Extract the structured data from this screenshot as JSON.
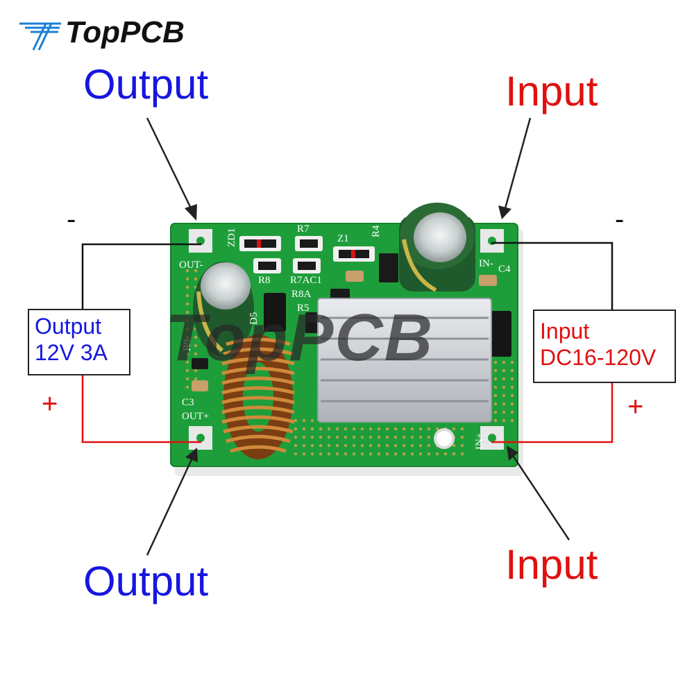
{
  "brand": {
    "logo_text": "TopPCB",
    "watermark_text": "TopPCB"
  },
  "labels": {
    "output_top": "Output",
    "output_bottom": "Output",
    "input_top": "Input",
    "input_bottom": "Input",
    "minus_left": "-",
    "minus_right": "-",
    "plus_left": "+",
    "plus_right": "+"
  },
  "output_spec": {
    "line1": "Output",
    "line2": "12V 3A"
  },
  "input_spec": {
    "line1": "Input",
    "line2": "DC16-120V"
  },
  "board_silkscreen": {
    "out_minus": "OUT-",
    "out_plus": "OUT+",
    "in_minus": "IN-",
    "in_plus": "IN+",
    "zd1": "ZD1",
    "r7": "R7",
    "z1": "Z1",
    "r4": "R4",
    "r8": "R8",
    "r7ac1": "R7AC1",
    "r8a": "R8A",
    "r5": "R5",
    "c4": "C4",
    "r9": "R9",
    "c3": "C3",
    "d5": "D5"
  },
  "colors": {
    "output_text": "#1616e0",
    "input_text": "#e01010",
    "pcb_green": "#1e9e3a",
    "positive_wire": "#e01010",
    "negative_wire": "#111111",
    "copper": "#c77a2a",
    "heatsink": "#c9ccd0"
  },
  "icons": [
    "logo-stripes-icon"
  ]
}
